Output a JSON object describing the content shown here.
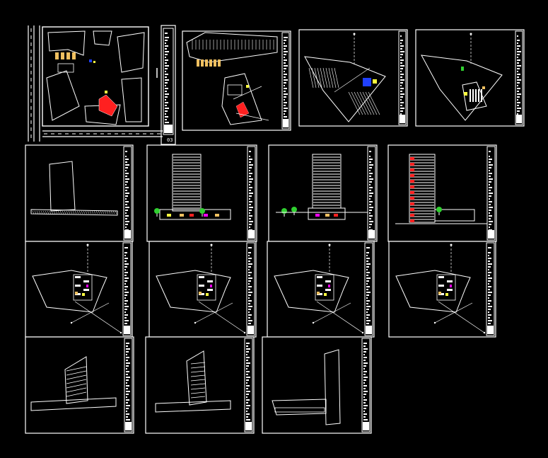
{
  "cad_viewer": {
    "background": "#000000",
    "line_color": "#ffffff",
    "accent_colors": [
      "#ff2020",
      "#f0c060",
      "#30d030",
      "#2040ff",
      "#ffff40",
      "#ff00ff"
    ],
    "sheet_label": "03",
    "sheets": [
      {
        "kind": "master-plan"
      },
      {
        "kind": "site-plan"
      },
      {
        "kind": "floor-plan"
      },
      {
        "kind": "floor-plan"
      },
      {
        "kind": "elevation-slab"
      },
      {
        "kind": "elevation-tower"
      },
      {
        "kind": "elevation-tower"
      },
      {
        "kind": "elevation-tower-red"
      },
      {
        "kind": "site-outline"
      },
      {
        "kind": "site-outline"
      },
      {
        "kind": "site-outline"
      },
      {
        "kind": "site-outline"
      },
      {
        "kind": "perspective"
      },
      {
        "kind": "perspective"
      },
      {
        "kind": "perspective-slab"
      }
    ]
  }
}
